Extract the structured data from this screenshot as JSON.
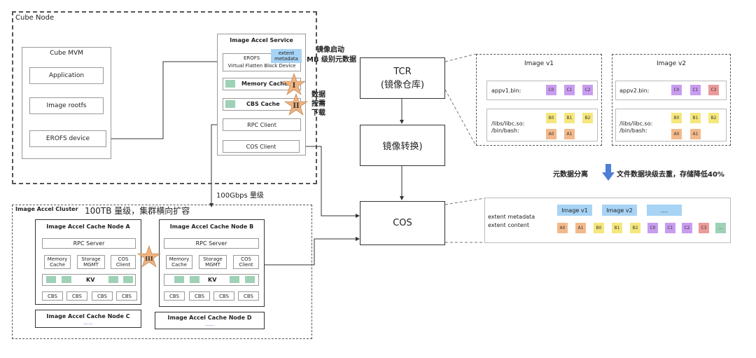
{
  "colors": {
    "yellow": "#f5e77c",
    "purple": "#c99cf0",
    "red": "#ec9a9a",
    "orange": "#f3b98b",
    "green": "#9ed1b5",
    "blue": "#a7d3f5",
    "star": "#efb27f",
    "arrow_blue": "#4d7fd6"
  },
  "cube_node": {
    "title": "Cube Node",
    "mvm": {
      "title": "Cube MVM",
      "application": "Application",
      "rootfs": "Image rootfs",
      "erofs_device": "EROFS device"
    },
    "accel_service": {
      "title": "Image Accel Service",
      "erofs": "EROFS",
      "vfbd": "Virtual Flatten Block Device",
      "extent_metadata": "extent\nmetadata",
      "memory_cache": "Memory Cache",
      "cbs_cache": "CBS Cache",
      "rpc_client": "RPC Client",
      "cos_client": "COS Client",
      "star1": "I",
      "star2": "II"
    }
  },
  "annotations": {
    "mirror_start": "镜像启动",
    "mb_meta": "MB 级别元数据",
    "data_on_demand_1": "数据",
    "data_on_demand_2": "按需",
    "data_on_demand_3": "下载",
    "bandwidth": "100Gbps 量级",
    "scale": "100TB 量级，集群横向扩容",
    "meta_split": "元数据分离",
    "dedup": "文件数据块级去重，存储降低40%"
  },
  "tcr": {
    "line1": "TCR",
    "line2": "(镜像仓库)"
  },
  "convert": {
    "label": "镜像转换)"
  },
  "cos": {
    "label": "COS"
  },
  "cluster": {
    "title": "Image Accel Cluster",
    "node_a": {
      "title": "Image Accel Cache Node A",
      "rpc": "RPC Server",
      "memory": "Memory\nCache",
      "storage": "Storage\nMGMT",
      "cosc": "COS\nClient",
      "kv": "KV",
      "cbs": [
        "CBS",
        "CBS",
        "CBS",
        "CBS"
      ]
    },
    "node_b": {
      "title": "Image Accel Cache Node B",
      "rpc": "RPC Server",
      "memory": "Memory\nCache",
      "storage": "Storage\nMGMT",
      "cosc": "COS\nClient",
      "kv": "KV",
      "cbs": [
        "CBS",
        "CBS",
        "CBS",
        "CBS"
      ]
    },
    "node_c": {
      "title": "Image Accel Cache Node C",
      "dots": "......"
    },
    "node_d": {
      "title": "Image Accel Cache Node D",
      "dots": "......"
    },
    "star3": "III"
  },
  "image_v1": {
    "title": "Image v1",
    "app": "appv1.bin:",
    "libs": "/libs/libc.so:",
    "bash": "/bin/bash:",
    "app_chips": [
      "C0",
      "C1",
      "C2"
    ],
    "libs_chips": [
      "B0",
      "B1",
      "B2"
    ],
    "bash_chips": [
      "A0",
      "A1"
    ]
  },
  "image_v2": {
    "title": "Image v2",
    "app": "appv2.bin:",
    "libs": "/libs/libc.so:",
    "bash": "/bin/bash:",
    "app_chips": [
      "C0",
      "C1",
      "C3"
    ],
    "libs_chips": [
      "B0",
      "B1",
      "B2"
    ],
    "bash_chips": [
      "A0",
      "A1"
    ]
  },
  "merged": {
    "meta_label": "extent metadata",
    "content_label": "extent content",
    "tags": [
      "Image v1",
      "Image v2",
      "...."
    ],
    "chips": [
      "A0",
      "A1",
      "B0",
      "B1",
      "B2",
      "C0",
      "C1",
      "C2",
      "C3",
      "..."
    ]
  }
}
